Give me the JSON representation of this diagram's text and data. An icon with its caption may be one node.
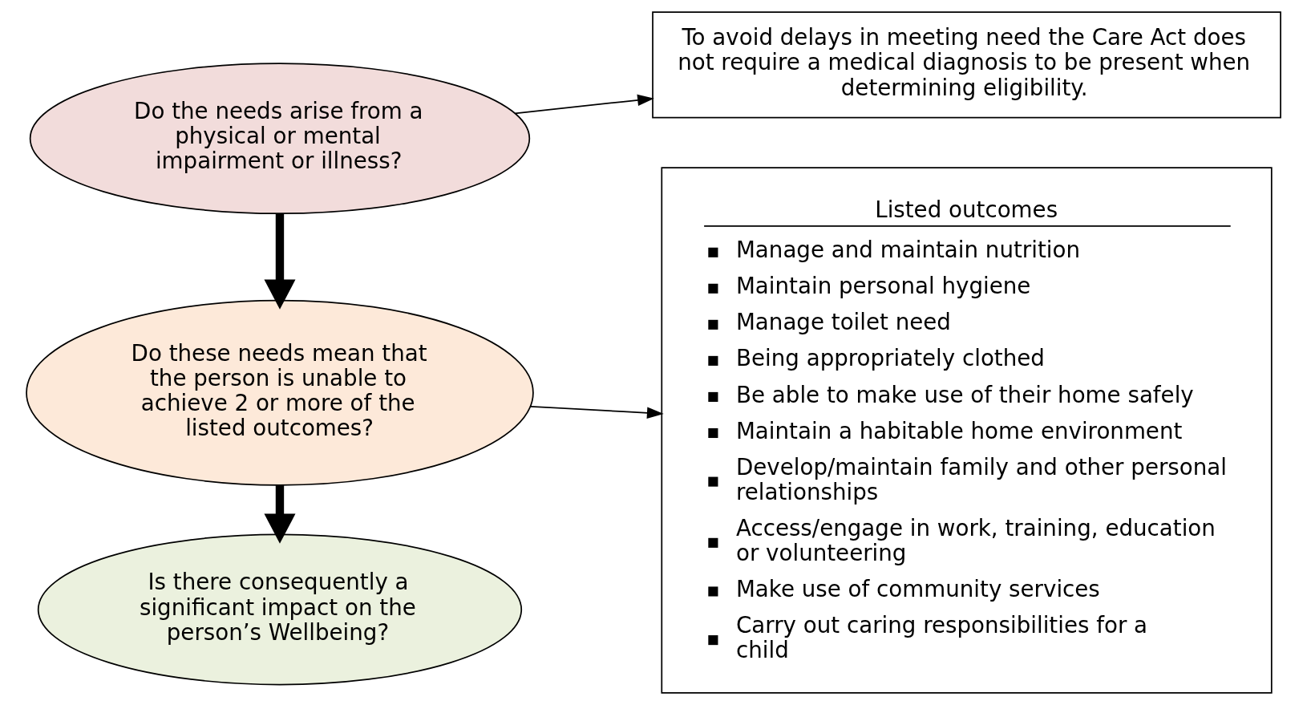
{
  "diagram": {
    "nodes": [
      {
        "text": [
          "Do the needs arise from a physical or mental impairment or illness?"
        ]
      },
      {
        "text": [
          "To avoid delays in meeting need the Care Act does not require a medical diagnosis to be present when determining eligibility."
        ]
      },
      {
        "text": [
          "Do these needs mean that the person is unable to achieve 2 or more of the listed outcomes?"
        ]
      },
      {
        "text": [
          "Listed outcomes",
          "Manage and maintain nutrition",
          "Maintain personal hygiene",
          "Manage toilet need",
          "Being appropriately clothed",
          "Be able to make use of their home safely",
          "Maintain a habitable home environment",
          "Develop/maintain family and other personal relationships",
          "Access/engage in work, training, education or volunteering",
          "Make use of community services",
          "Carry out caring responsibilities for a child"
        ]
      },
      {
        "text": [
          "Is there consequently a significant impact on the person’s Wellbeing?"
        ]
      }
    ],
    "edges": [
      {
        "from": 0,
        "to": 1,
        "arrow": "to"
      },
      {
        "from": 0,
        "to": 2,
        "arrow": "to",
        "style": "thick"
      },
      {
        "from": 2,
        "to": 3,
        "arrow": "to"
      },
      {
        "from": 2,
        "to": 4,
        "arrow": "to",
        "style": "thick"
      }
    ]
  }
}
